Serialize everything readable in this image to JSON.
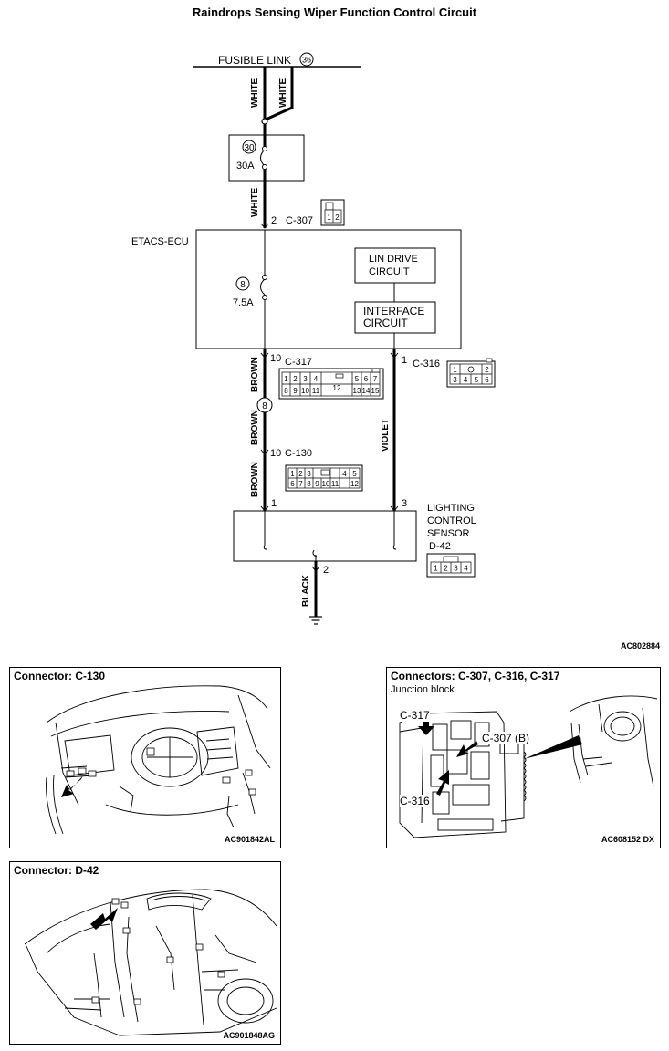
{
  "title": "Raindrops Sensing Wiper Function Control Circuit",
  "diagram_code": "AC802884",
  "labels": {
    "fusible_link": "FUSIBLE LINK",
    "fusible_link_no": "36",
    "fuse_30_no": "30",
    "fuse_30_rating": "30A",
    "etacs_ecu": "ETACS-ECU",
    "fuse_8_no": "8",
    "fuse_8_rating": "7.5A",
    "lin_drive_1": "LIN DRIVE",
    "lin_drive_2": "CIRCUIT",
    "interface_1": "INTERFACE",
    "interface_2": "CIRCUIT",
    "junction_8": "8",
    "sensor_1": "LIGHTING",
    "sensor_2": "CONTROL",
    "sensor_3": "SENSOR",
    "sensor_conn": "D-42"
  },
  "wires": {
    "white_a": "WHITE",
    "white_b": "WHITE",
    "white_c": "WHITE",
    "brown_a": "BROWN",
    "brown_b": "BROWN",
    "brown_c": "BROWN",
    "violet": "VIOLET",
    "black": "BLACK"
  },
  "pins": {
    "c307_pin": "2",
    "c307_name": "C-307",
    "c307_cells": [
      "1",
      "2"
    ],
    "c317_pin": "10",
    "c317_name": "C-317",
    "c317_row1": [
      "1",
      "2",
      "3",
      "4",
      "5",
      "6",
      "7"
    ],
    "c317_row2": [
      "8",
      "9",
      "10",
      "11",
      "13",
      "14",
      "15"
    ],
    "c317_mid": "12",
    "c316_pin": "1",
    "c316_name": "C-316",
    "c316_row1": [
      "1",
      "2"
    ],
    "c316_row2": [
      "3",
      "4",
      "5",
      "6"
    ],
    "c130_pin": "10",
    "c130_name": "C-130",
    "c130_row1": [
      "1",
      "2",
      "3",
      "4",
      "5"
    ],
    "c130_row2": [
      "6",
      "7",
      "8",
      "9",
      "10",
      "11",
      "12"
    ],
    "d42_pin1": "1",
    "d42_pin3": "3",
    "d42_pin2": "2",
    "d42_cells": [
      "1",
      "2",
      "3",
      "4"
    ]
  },
  "panels": {
    "c130": {
      "title": "Connector: C-130",
      "code": "AC901842AL"
    },
    "junction": {
      "title": "Connectors: C-307, C-316, C-317",
      "subtitle": "Junction block",
      "label_c317": "C-317",
      "label_c307": "C-307 (B)",
      "label_c316": "C-316",
      "code": "AC608152 DX"
    },
    "d42": {
      "title": "Connector: D-42",
      "code": "AC901848AG"
    }
  }
}
